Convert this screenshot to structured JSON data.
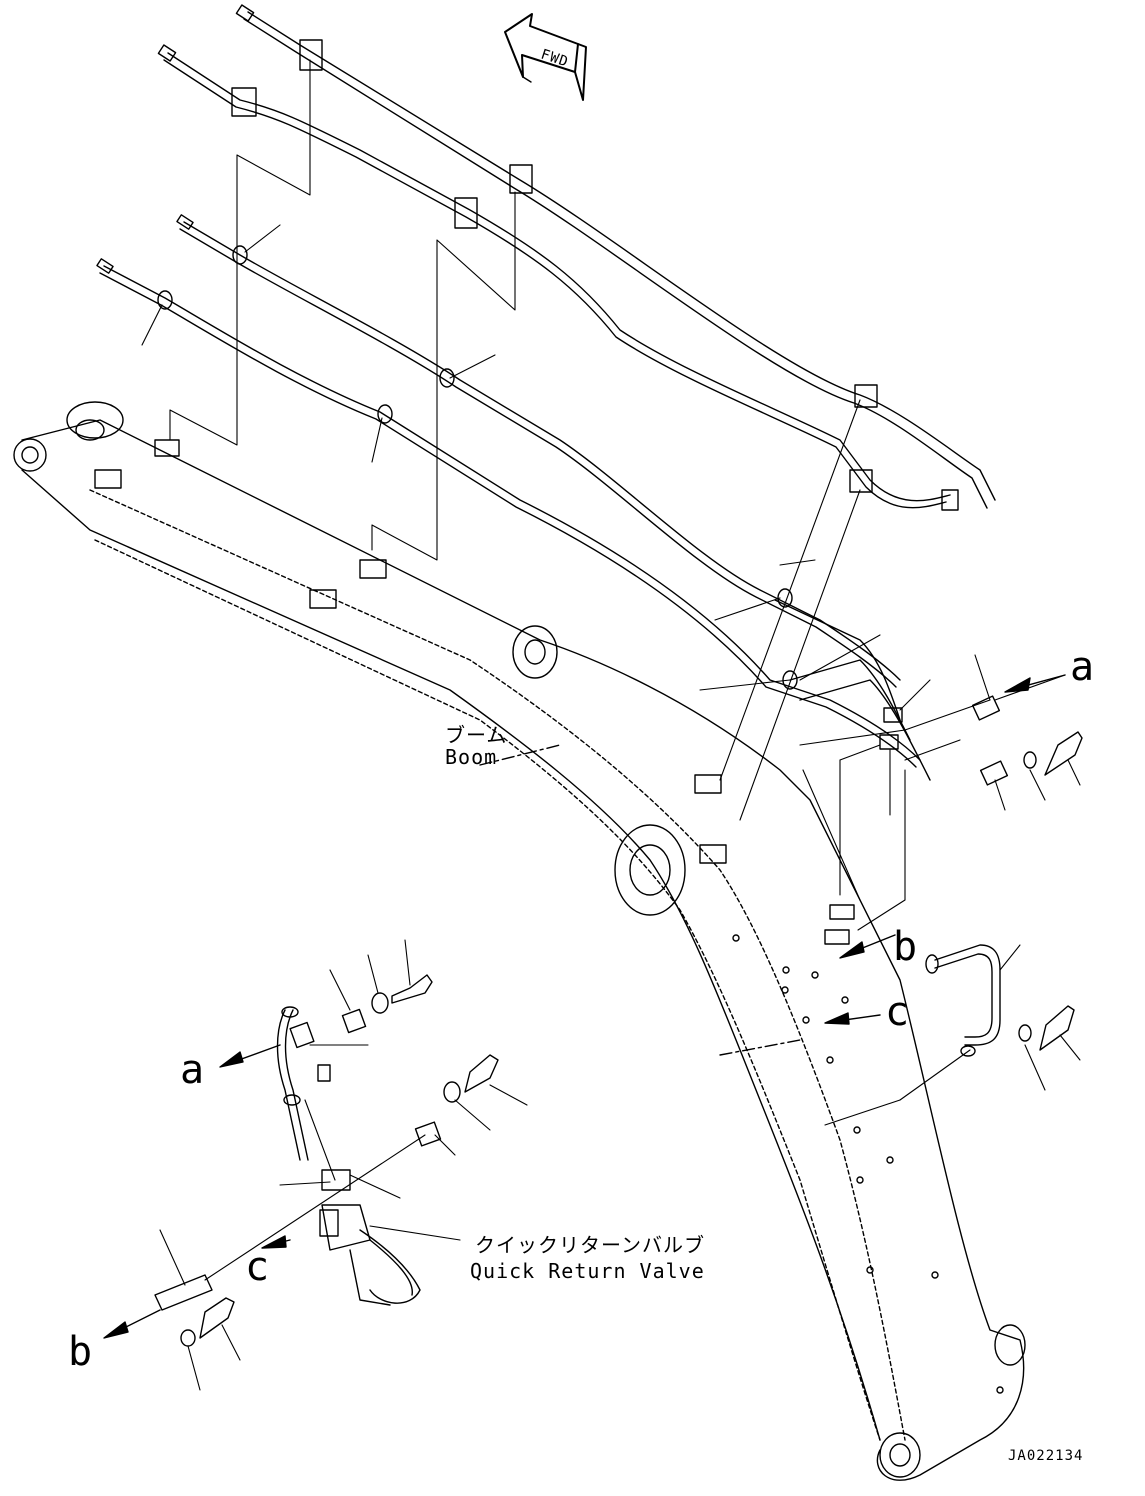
{
  "diagram": {
    "fwd_label": "FWD",
    "boom_label_jp": "ブーム",
    "boom_label_en": "Boom",
    "valve_label_jp": "クイックリターンバルブ",
    "valve_label_en": "Quick Return Valve",
    "drawing_code": "JA022134",
    "callouts": {
      "a_top": "a",
      "a_bottom": "a",
      "b_right": "b",
      "b_bottom": "b",
      "c_right": "c",
      "c_bottom": "c"
    }
  }
}
